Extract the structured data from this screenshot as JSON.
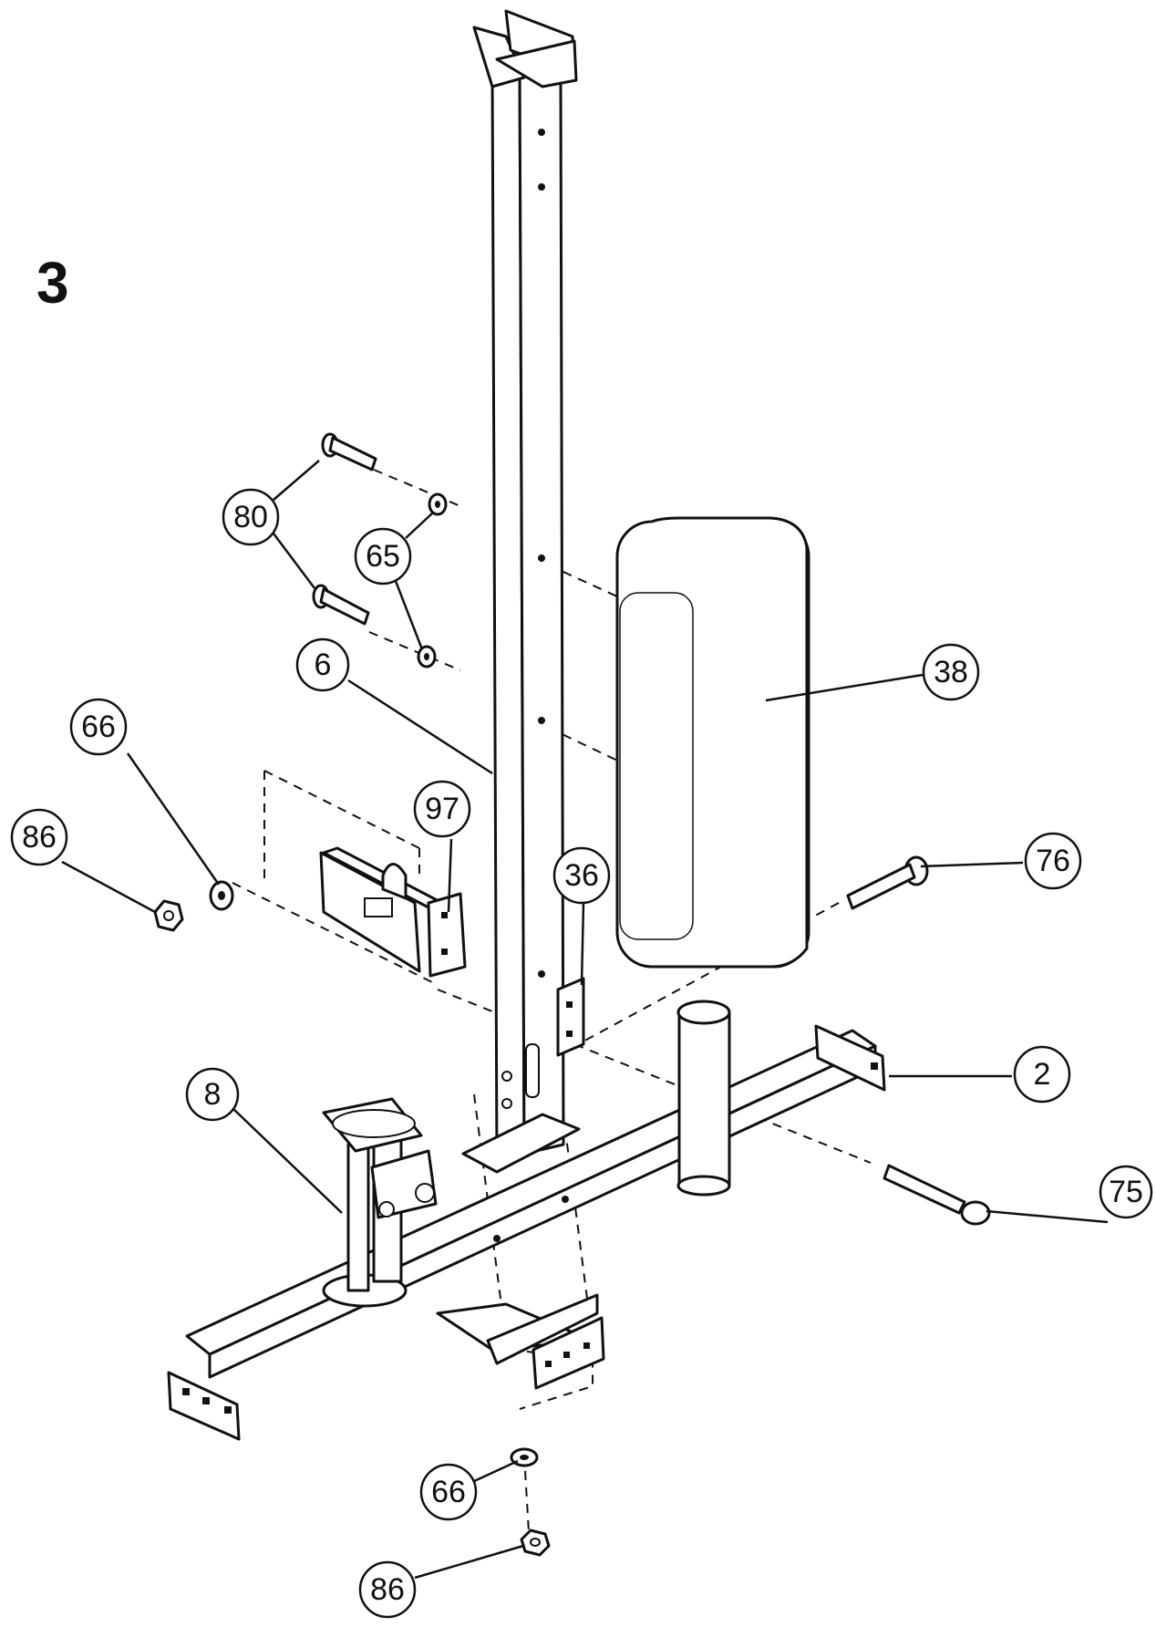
{
  "step": {
    "number": "3"
  },
  "callouts": [
    {
      "id": "c80",
      "label": "80"
    },
    {
      "id": "c65",
      "label": "65"
    },
    {
      "id": "c6",
      "label": "6"
    },
    {
      "id": "c38",
      "label": "38"
    },
    {
      "id": "c66a",
      "label": "66"
    },
    {
      "id": "c86a",
      "label": "86"
    },
    {
      "id": "c97",
      "label": "97"
    },
    {
      "id": "c36",
      "label": "36"
    },
    {
      "id": "c76",
      "label": "76"
    },
    {
      "id": "c2",
      "label": "2"
    },
    {
      "id": "c8",
      "label": "8"
    },
    {
      "id": "c75",
      "label": "75"
    },
    {
      "id": "c66b",
      "label": "66"
    },
    {
      "id": "c86b",
      "label": "86"
    }
  ]
}
